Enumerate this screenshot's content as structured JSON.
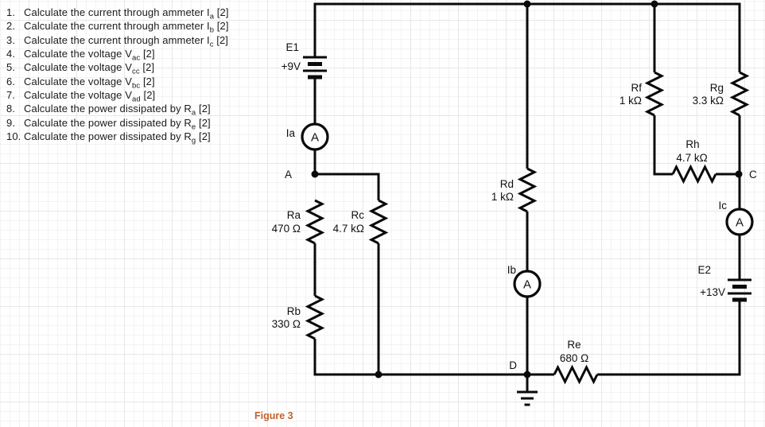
{
  "questions": {
    "items": [
      {
        "num": "1.",
        "text": "Calculate the current through ammeter I",
        "sub": "a",
        "tail": " [2]"
      },
      {
        "num": "2.",
        "text": "Calculate the current through ammeter I",
        "sub": "b",
        "tail": " [2]"
      },
      {
        "num": "3.",
        "text": "Calculate the current through ammeter I",
        "sub": "c",
        "tail": " [2]"
      },
      {
        "num": "4.",
        "text": "Calculate the voltage V",
        "sub": "ac",
        "tail": " [2]"
      },
      {
        "num": "5.",
        "text": "Calculate the voltage V",
        "sub": "cc",
        "tail": " [2]"
      },
      {
        "num": "6.",
        "text": "Calculate the voltage V",
        "sub": "bc",
        "tail": " [2]"
      },
      {
        "num": "7.",
        "text": "Calculate the voltage V",
        "sub": "ad",
        "tail": " [2]"
      },
      {
        "num": "8.",
        "text": "Calculate the power dissipated by R",
        "sub": "a",
        "tail": " [2]"
      },
      {
        "num": "9.",
        "text": "Calculate the power dissipated by R",
        "sub": "e",
        "tail": " [2]"
      },
      {
        "num": "10.",
        "text": "Calculate the power dissipated by R",
        "sub": "g",
        "tail": " [2]"
      }
    ]
  },
  "circuit": {
    "sources": {
      "e1": {
        "name": "E1",
        "value": "+9V"
      },
      "e2": {
        "name": "E2",
        "value": "+13V"
      }
    },
    "ammeters": {
      "ia": {
        "label": "Ia",
        "letter": "A"
      },
      "ib": {
        "label": "Ib",
        "letter": "A"
      },
      "ic": {
        "label": "Ic",
        "letter": "A"
      }
    },
    "nodes": {
      "a": "A",
      "c": "C",
      "d": "D"
    },
    "resistors": {
      "ra": {
        "name": "Ra",
        "value": "470 Ω"
      },
      "rb": {
        "name": "Rb",
        "value": "330 Ω"
      },
      "rc": {
        "name": "Rc",
        "value": "4.7 kΩ"
      },
      "rd": {
        "name": "Rd",
        "value": "1 kΩ"
      },
      "re": {
        "name": "Re",
        "value": "680 Ω"
      },
      "rf": {
        "name": "Rf",
        "value": "1 kΩ"
      },
      "rg": {
        "name": "Rg",
        "value": "3.3 kΩ"
      },
      "rh": {
        "name": "Rh",
        "value": "4.7 kΩ"
      }
    },
    "caption": "Figure 3"
  },
  "colors": {
    "caption": "#c2612c",
    "wire": "#0a0a0a"
  }
}
